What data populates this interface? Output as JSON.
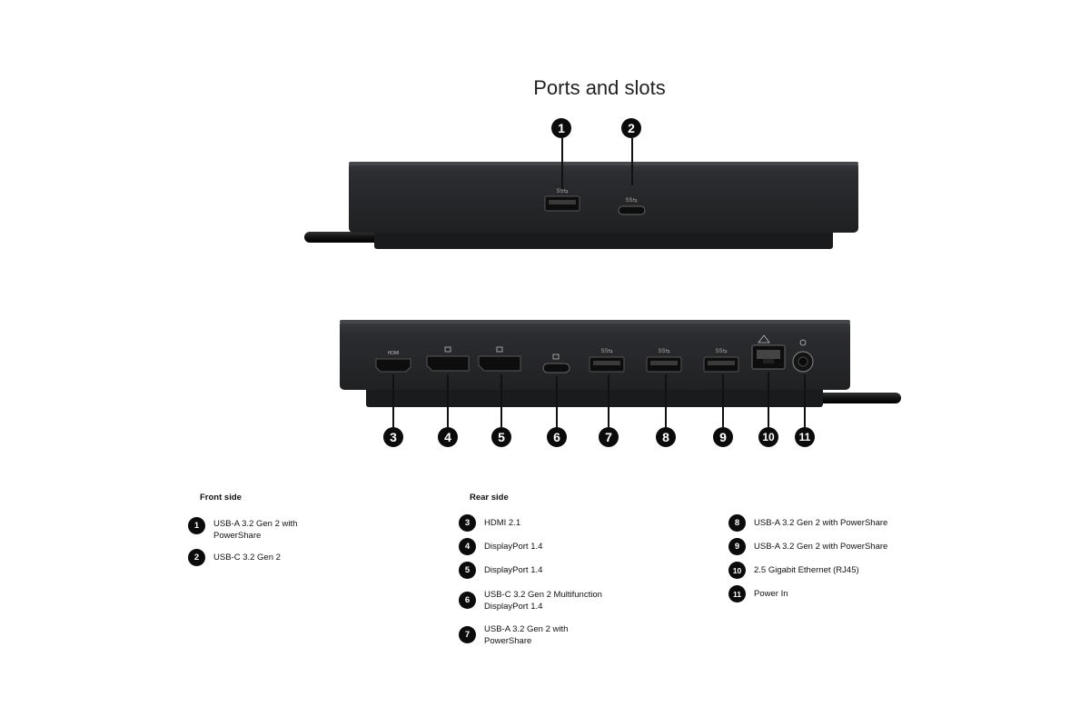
{
  "title": "Ports and slots",
  "front_side": {
    "heading": "Front side",
    "items": [
      {
        "num": "1",
        "label": "USB-A 3.2 Gen 2 with\nPowerShare"
      },
      {
        "num": "2",
        "label": "USB-C 3.2 Gen 2"
      }
    ]
  },
  "rear_side": {
    "heading": "Rear side",
    "items": [
      {
        "num": "3",
        "label": "HDMI 2.1"
      },
      {
        "num": "4",
        "label": "DisplayPort 1.4"
      },
      {
        "num": "5",
        "label": "DisplayPort 1.4"
      },
      {
        "num": "6",
        "label": "USB-C 3.2 Gen 2 Multifunction\nDisplayPort 1.4"
      },
      {
        "num": "7",
        "label": "USB-A 3.2 Gen 2 with\nPowerShare"
      },
      {
        "num": "8",
        "label": "USB-A 3.2 Gen 2 with PowerShare"
      },
      {
        "num": "9",
        "label": "USB-A 3.2 Gen 2 with PowerShare"
      },
      {
        "num": "10",
        "label": "2.5 Gigabit Ethernet (RJ45)"
      },
      {
        "num": "11",
        "label": "Power In"
      }
    ]
  },
  "port_glyphs": {
    "hdmi": "HDMI",
    "usb": "SS⇆"
  },
  "colors": {
    "dock_body": "#2a2b2d",
    "dock_dark": "#141516",
    "badge": "#0b0b0b"
  }
}
